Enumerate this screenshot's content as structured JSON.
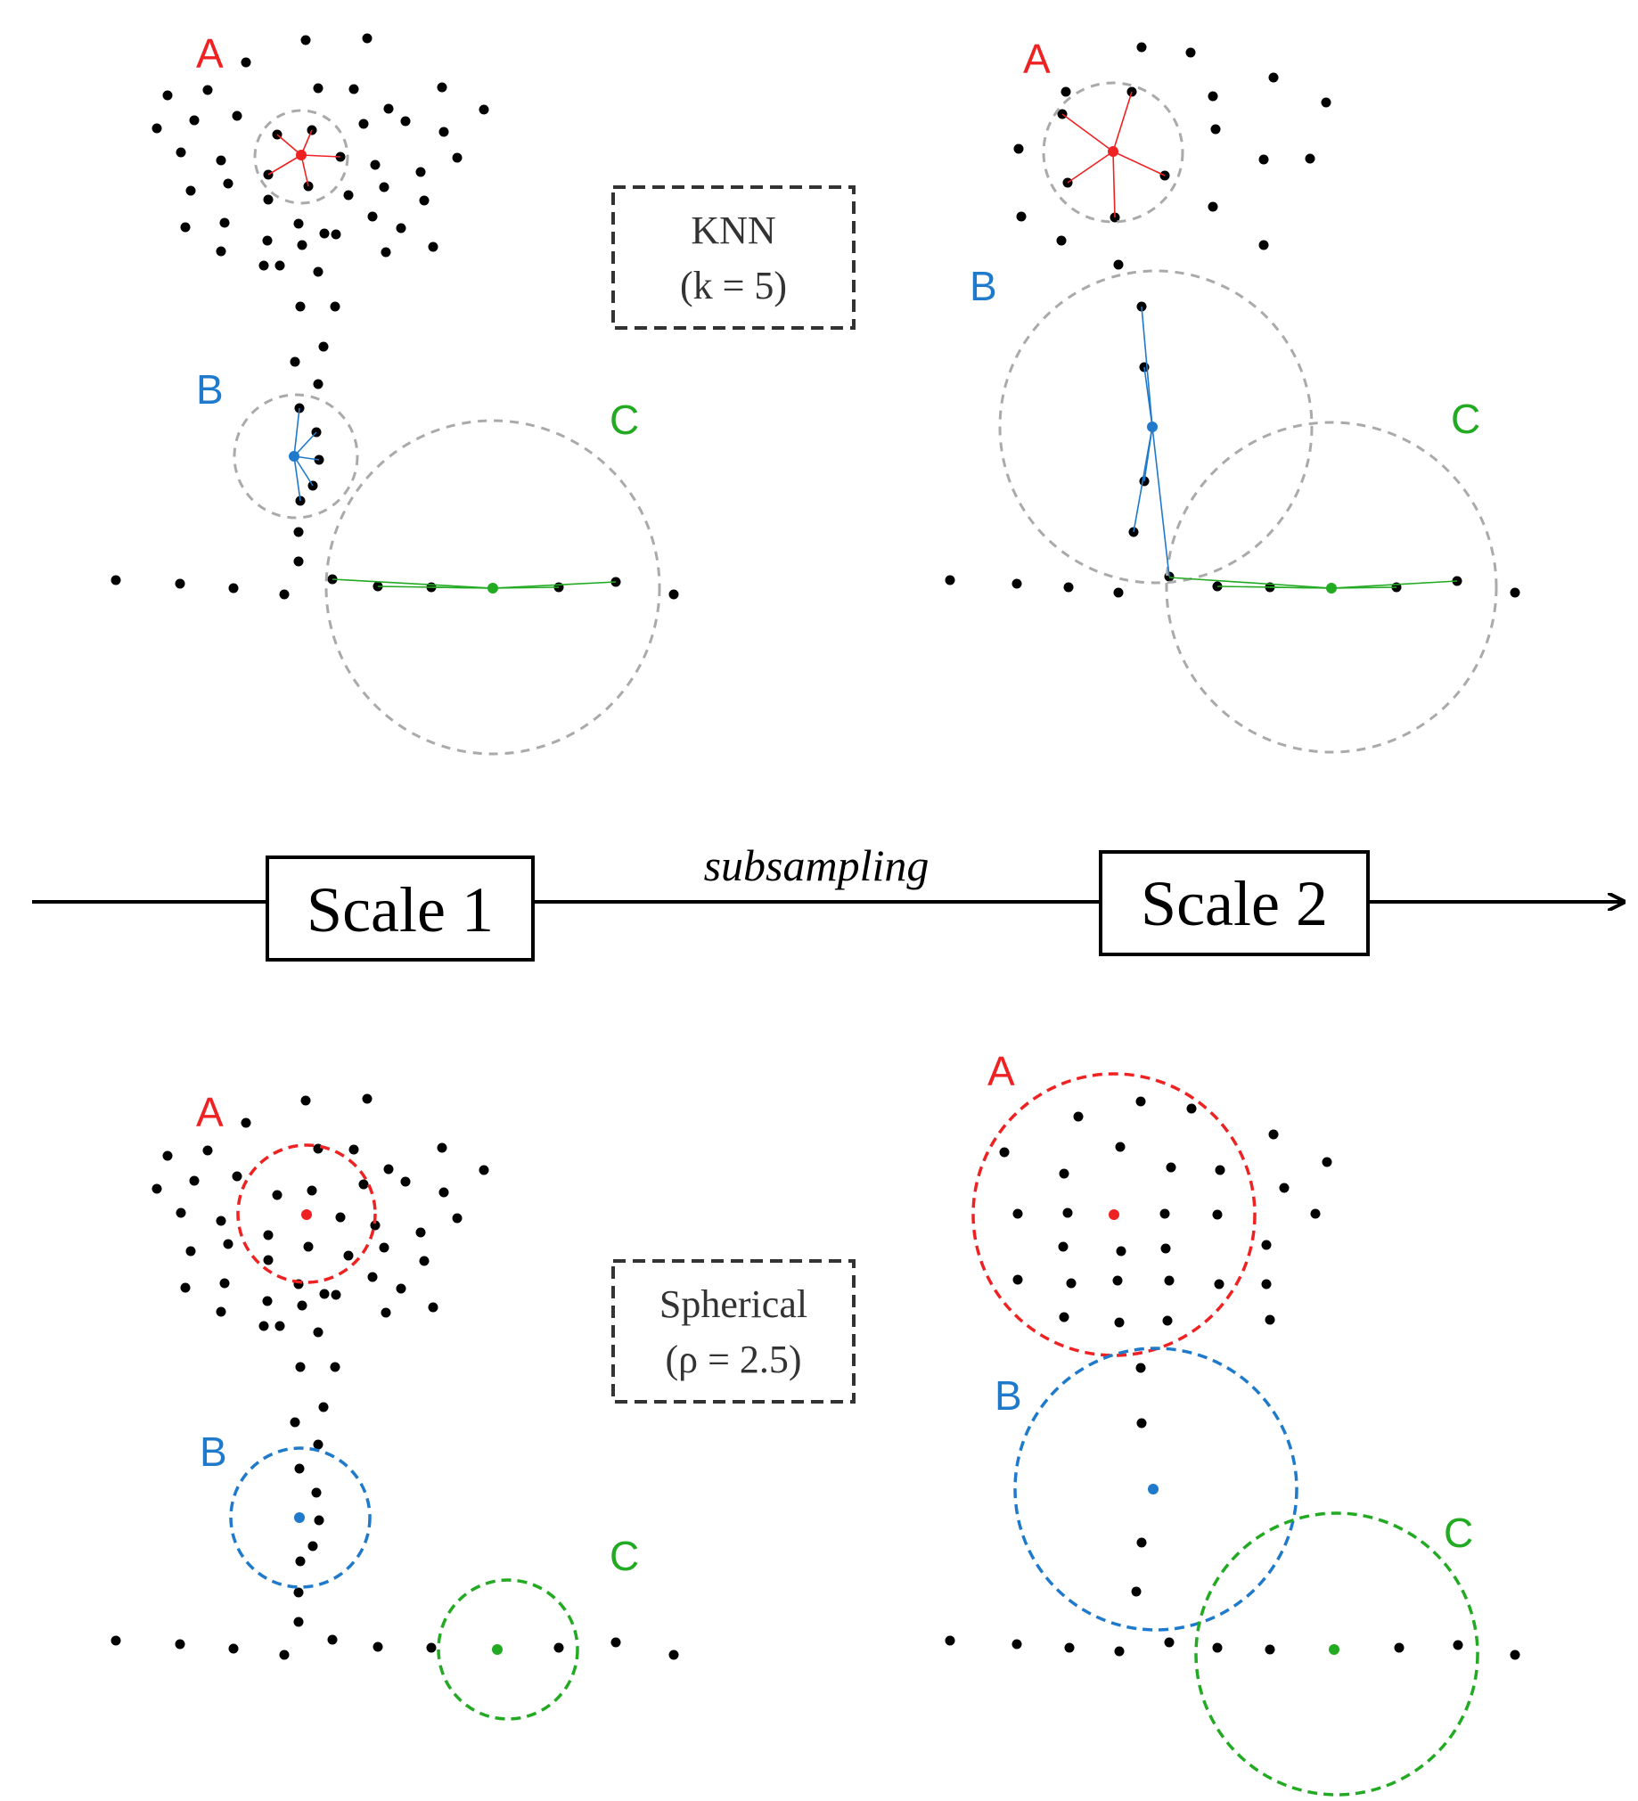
{
  "axis": {
    "label": "subsampling",
    "scale1": "Scale 1",
    "scale2": "Scale 2"
  },
  "knn_box": {
    "line1": "KNN",
    "line2": "(k = 5)"
  },
  "spherical_box": {
    "line1": "Spherical",
    "line2": "(ρ = 2.5)"
  },
  "labels": {
    "a": "A",
    "b": "B",
    "c": "C"
  },
  "colors": {
    "a": "#ee2222",
    "b": "#1f7acb",
    "c": "#22aa22",
    "knn_circle": "#aaaaaa",
    "points": "#000000"
  },
  "icons": {
    "arrow": "arrow-right-icon"
  }
}
